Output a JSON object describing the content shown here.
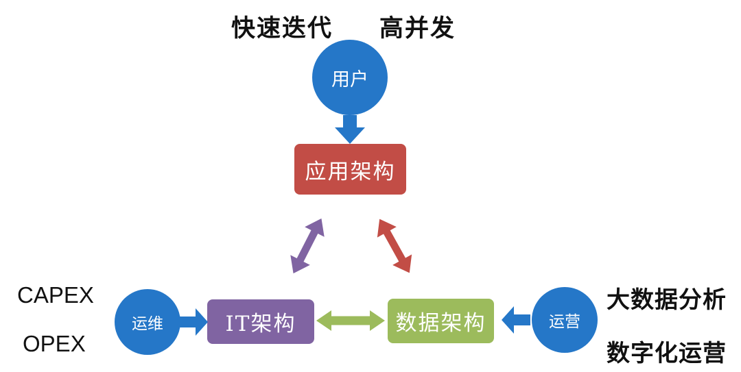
{
  "diagram": {
    "top_labels": {
      "left": "快速迭代",
      "right": "高并发"
    },
    "nodes": {
      "user": {
        "label": "用户"
      },
      "app": {
        "label": "应用架构"
      },
      "it": {
        "label": "IT架构"
      },
      "data": {
        "label": "数据架构"
      },
      "ops_left": {
        "label": "运维"
      },
      "ops_right": {
        "label": "运营"
      }
    },
    "side_labels": {
      "capex": "CAPEX",
      "opex": "OPEX",
      "bigdata": "大数据分析",
      "digitalops": "数字化运营"
    },
    "colors": {
      "blue": "#2577C8",
      "red": "#C24D46",
      "purple": "#8064A2",
      "green": "#9CBB5C",
      "text": "#111111",
      "background": "#FFFFFF"
    }
  }
}
